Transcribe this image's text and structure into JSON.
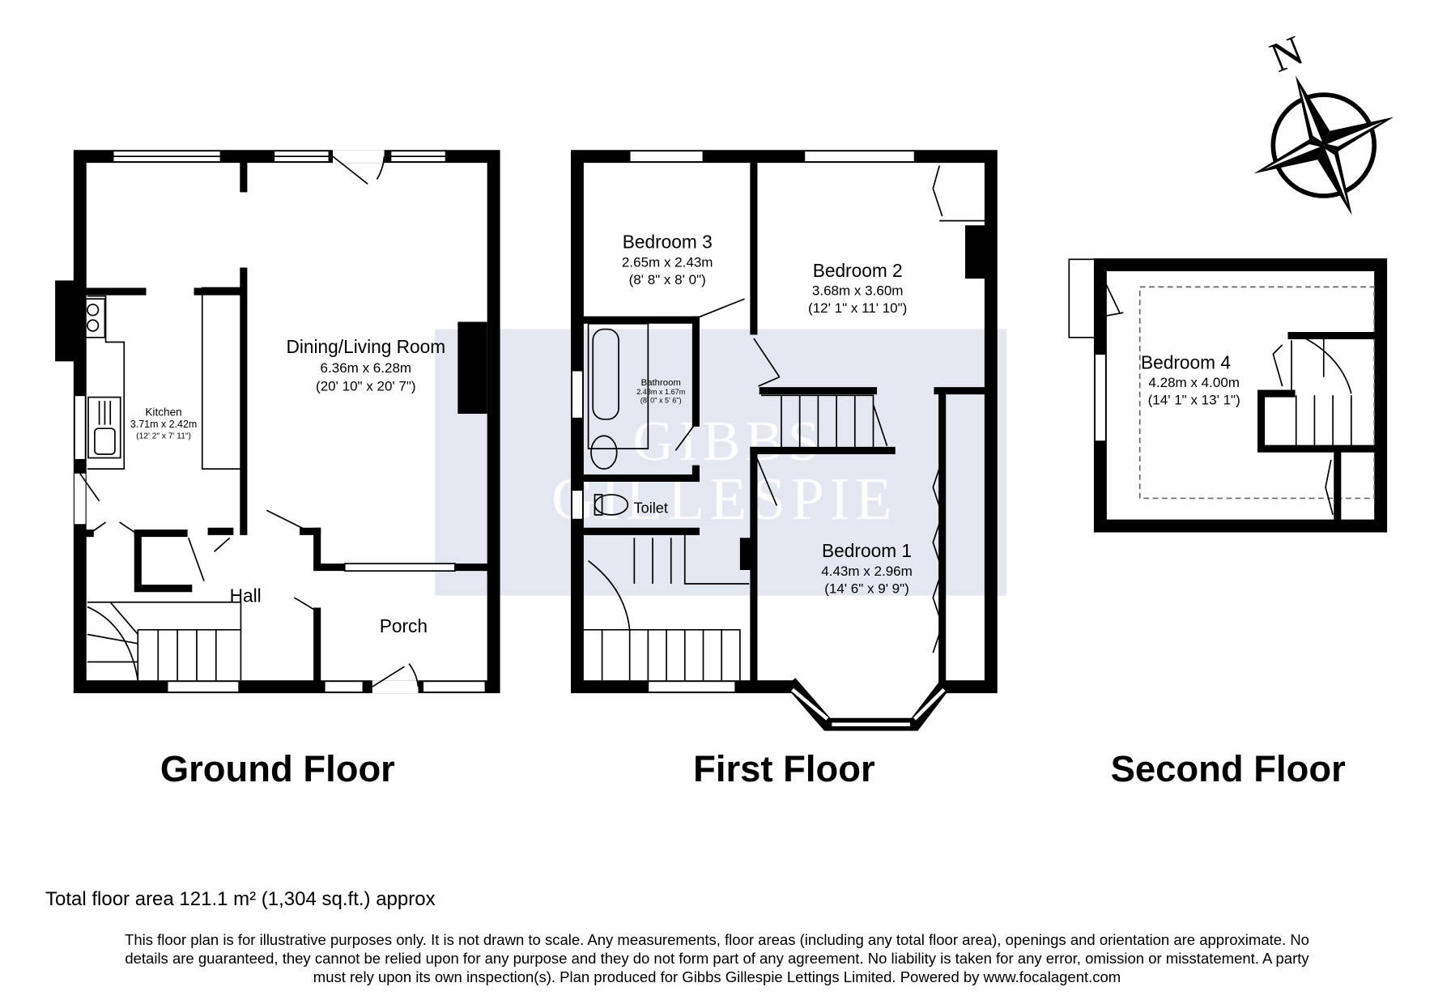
{
  "watermark": {
    "line1": "GIBBS",
    "line2": "GILLESPIE"
  },
  "compass": {
    "label": "N"
  },
  "ground_floor": {
    "title": "Ground Floor",
    "rooms": [
      {
        "name": "Dining/Living Room",
        "metric": "6.36m x 6.28m",
        "imperial": "(20' 10\" x 20' 7\")"
      },
      {
        "name": "Kitchen",
        "metric": "3.71m x 2.42m",
        "imperial": "(12' 2\" x 7' 11\")"
      },
      {
        "name": "Hall"
      },
      {
        "name": "Porch"
      }
    ]
  },
  "first_floor": {
    "title": "First Floor",
    "rooms": [
      {
        "name": "Bedroom 3",
        "metric": "2.65m x 2.43m",
        "imperial": "(8' 8\" x 8' 0\")"
      },
      {
        "name": "Bedroom 2",
        "metric": "3.68m x 3.60m",
        "imperial": "(12' 1\" x 11' 10\")"
      },
      {
        "name": "Bathroom",
        "metric": "2.43m x 1.67m",
        "imperial": "(8' 0\" x 5' 6\")"
      },
      {
        "name": "Toilet"
      },
      {
        "name": "Bedroom 1",
        "metric": "4.43m x 2.96m",
        "imperial": "(14' 6\" x 9' 9\")"
      }
    ]
  },
  "second_floor": {
    "title": "Second Floor",
    "rooms": [
      {
        "name": "Bedroom 4",
        "metric": "4.28m x 4.00m",
        "imperial": "(14' 1\" x 13' 1\")"
      }
    ]
  },
  "total_area": "Total floor area 121.1 m² (1,304 sq.ft.) approx",
  "disclaimer": {
    "line1": "This floor plan is for illustrative purposes only. It is not drawn to scale. Any measurements, floor areas (including any total floor area), openings and orientation are approximate. No",
    "line2": "details are guaranteed, they cannot be relied upon for any purpose and they do not form part of any agreement. No liability is taken for any error, omission or misstatement. A party",
    "line3": "must rely upon its own inspection(s). Plan produced for Gibbs Gillespie Lettings Limited. Powered by www.focalagent.com"
  }
}
